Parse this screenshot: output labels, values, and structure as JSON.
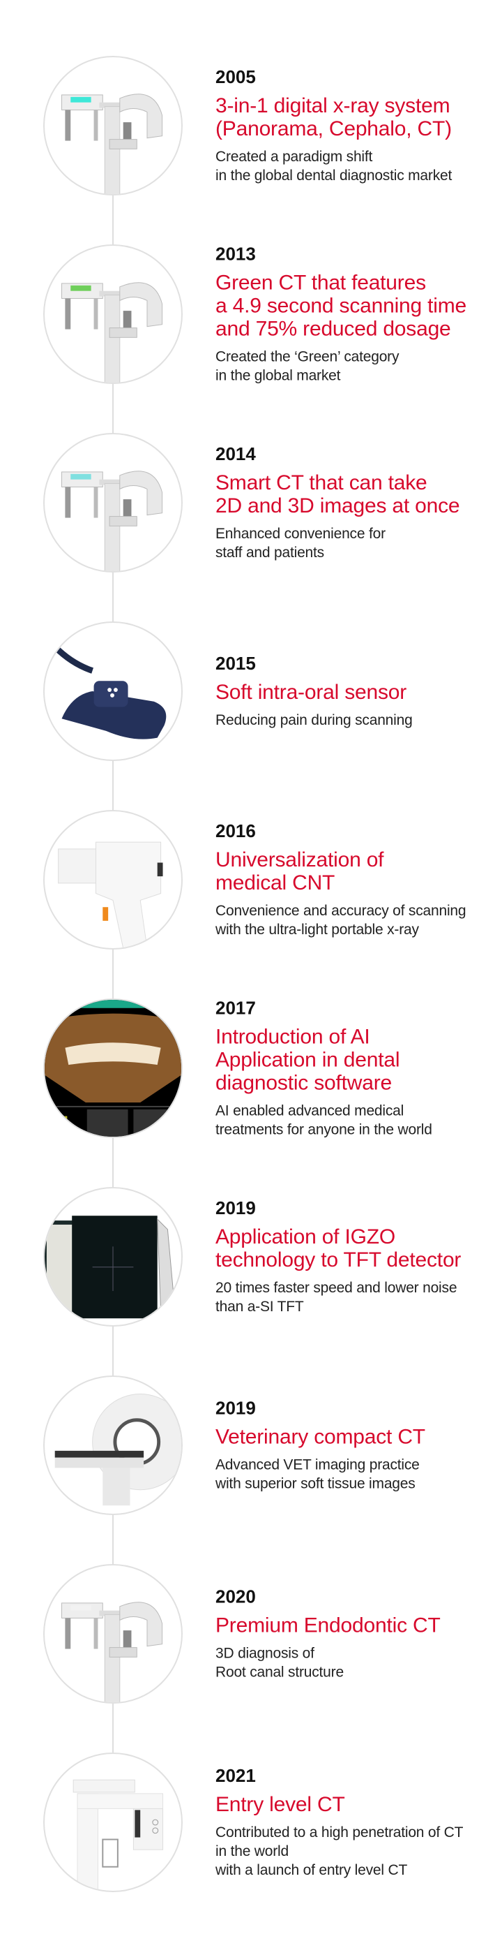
{
  "accent_color": "#d7092c",
  "timeline": [
    {
      "year": "2005",
      "illustration": "panoramic-cephalo-ct-machine",
      "title": [
        "3-in-1 digital x-ray system",
        "(Panorama, Cephalo, CT)"
      ],
      "desc": [
        "Created a paradigm shift",
        "in the global dental diagnostic market"
      ]
    },
    {
      "year": "2013",
      "illustration": "green-ct-machine",
      "title": [
        "Green CT that features",
        "a 4.9 second scanning time",
        "and 75% reduced dosage"
      ],
      "desc": [
        "Created the ‘Green’ category",
        "in the global market"
      ]
    },
    {
      "year": "2014",
      "illustration": "smart-ct-machine",
      "title": [
        "Smart CT that can take",
        "2D and 3D images at once"
      ],
      "desc": [
        "Enhanced convenience for",
        "staff and patients"
      ]
    },
    {
      "year": "2015",
      "illustration": "intraoral-sensor",
      "title": [
        "Soft intra-oral sensor"
      ],
      "desc": [
        "Reducing pain during scanning"
      ]
    },
    {
      "year": "2016",
      "illustration": "portable-xray",
      "title": [
        "Universalization of",
        "medical CNT"
      ],
      "desc": [
        "Convenience and accuracy of scanning",
        "with the ultra-light portable x-ray"
      ]
    },
    {
      "year": "2017",
      "illustration": "dental-software-screen",
      "title": [
        "Introduction of AI",
        "Application in dental",
        "diagnostic software"
      ],
      "desc": [
        "AI enabled advanced medical",
        "treatments for anyone in the world"
      ]
    },
    {
      "year": "2019",
      "illustration": "flat-panel-detector",
      "title": [
        "Application of IGZO",
        "technology to TFT detector"
      ],
      "desc": [
        "20 times faster speed and lower noise",
        "than a-SI TFT"
      ]
    },
    {
      "year": "2019",
      "illustration": "veterinary-ct-scanner",
      "title": [
        "Veterinary compact CT"
      ],
      "desc": [
        "Advanced VET imaging practice",
        "with superior soft tissue images"
      ]
    },
    {
      "year": "2020",
      "illustration": "endodontic-ct-machine",
      "title": [
        "Premium Endodontic CT"
      ],
      "desc": [
        "3D diagnosis of",
        "Root canal structure"
      ]
    },
    {
      "year": "2021",
      "illustration": "entry-level-ct-machine",
      "title": [
        "Entry level CT"
      ],
      "desc": [
        "Contributed to a high penetration of CT",
        "in the world",
        "with a launch of entry level CT"
      ]
    }
  ]
}
